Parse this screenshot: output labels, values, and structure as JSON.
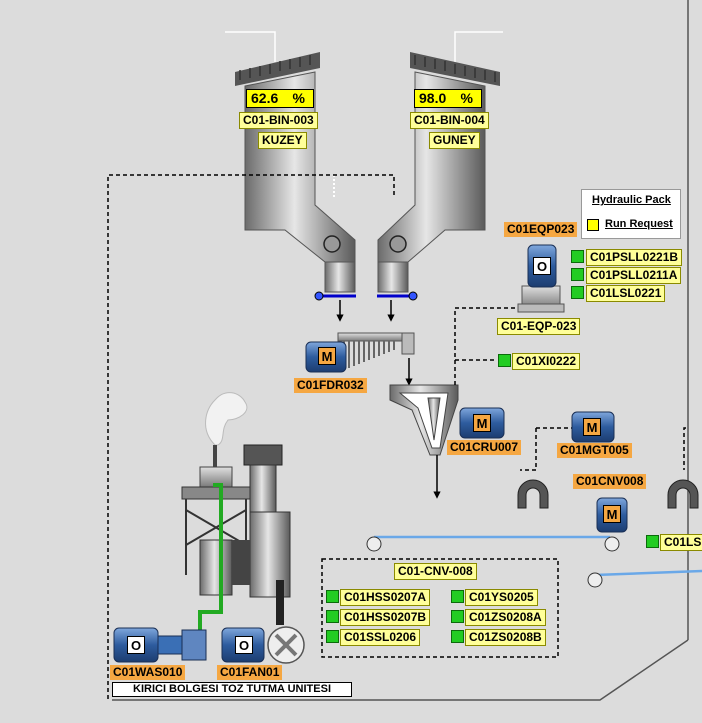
{
  "bins": [
    {
      "tag": "C01-BIN-003",
      "name": "KUZEY",
      "level": "62.6",
      "unit": "%"
    },
    {
      "tag": "C01-BIN-004",
      "name": "GUNEY",
      "level": "98.0",
      "unit": "%"
    }
  ],
  "hydraulic_pack": {
    "title": "Hydraulic Pack",
    "run_request": "Run Request",
    "run_request_color": "#ffff00"
  },
  "pump_tag": "C01EQP023",
  "pump_name": "C01-EQP-023",
  "pump_indicators": [
    "C01PSLL0221B",
    "C01PSLL0211A",
    "C01LSL0221"
  ],
  "xi_tag": "C01XI0222",
  "feeder_tag": "C01FDR032",
  "crusher_tag": "C01CRU007",
  "magnetic_tag": "C01MGT005",
  "conveyor_motor_tag": "C01CNV008",
  "conveyor_ls_tag": "C01LS",
  "conveyor": {
    "title": "C01-CNV-008",
    "indicators_left": [
      "C01HSS0207A",
      "C01HSS0207B",
      "C01SSL0206"
    ],
    "indicators_right": [
      "C01YS0205",
      "C01ZS0208A",
      "C01ZS0208B"
    ]
  },
  "washer_tag": "C01WAS010",
  "fan_tag": "C01FAN01",
  "footer": "KIRICI BOLGESI TOZ TUTMA UNITESI",
  "motor_running_symbol": "M",
  "motor_stopped_symbol": "O",
  "colors": {
    "background": "#dcdcdc",
    "indicator_ok": "#22cc22",
    "tag_yellow": "#ffff99",
    "tag_orange": "#f5a742",
    "level_yellow": "#ffff00",
    "motor_blue": "#3a6fb5",
    "belt_blue": "#6aa8e8",
    "pipe_green": "#22aa22"
  }
}
